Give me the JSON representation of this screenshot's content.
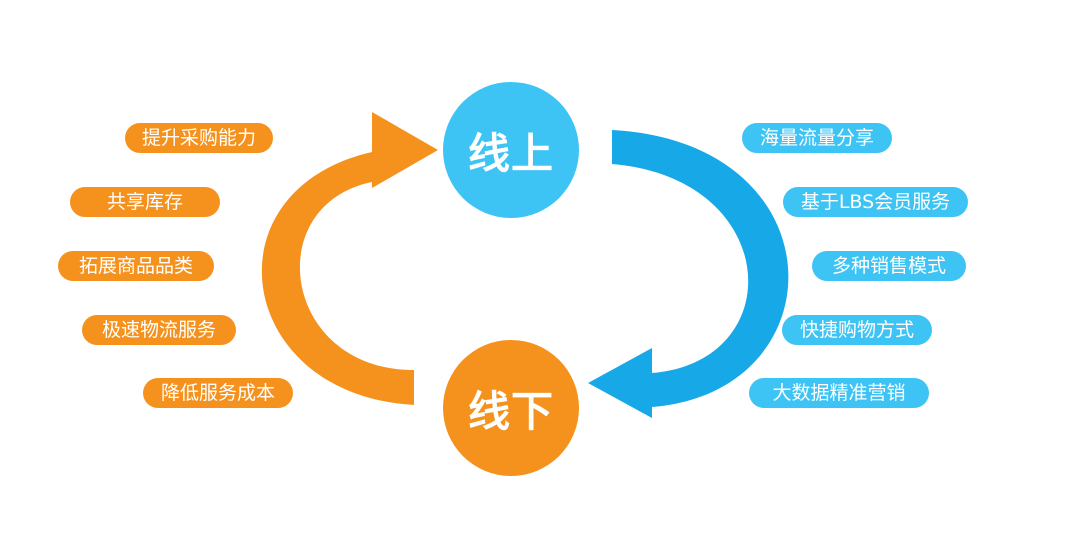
{
  "colors": {
    "online": "#3dc4f5",
    "offline": "#f5921d",
    "online_arrow": "#17a8e8",
    "offline_arrow": "#f5921d",
    "text": "#ffffff"
  },
  "nodes": {
    "online": "线上",
    "offline": "线下"
  },
  "left_items": [
    "提升采购能力",
    "共享库存",
    "拓展商品品类",
    "极速物流服务",
    "降低服务成本"
  ],
  "right_items": [
    "海量流量分享",
    "基于LBS会员服务",
    "多种销售模式",
    "快捷购物方式",
    "大数据精准营销"
  ]
}
